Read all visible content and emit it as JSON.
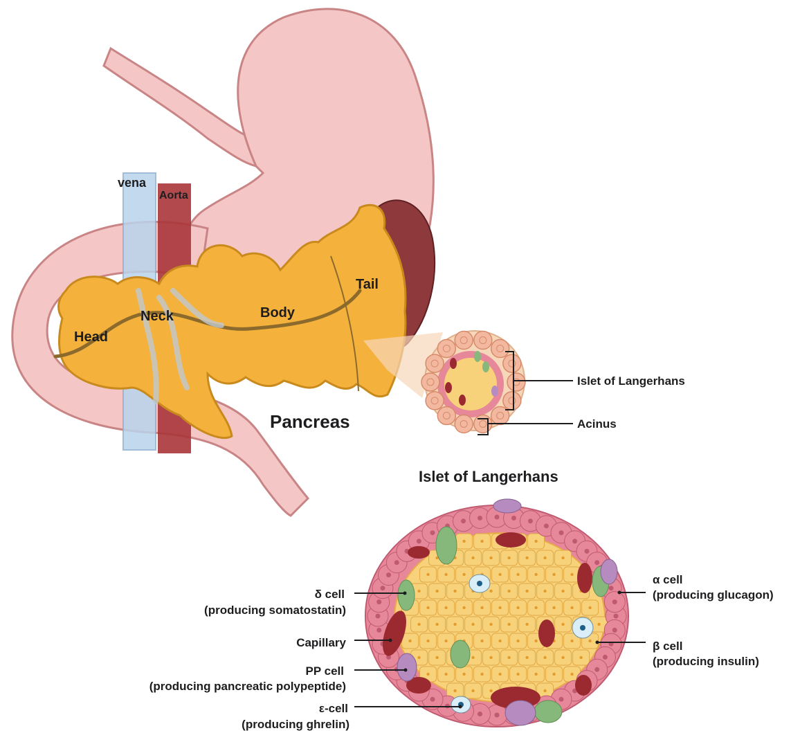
{
  "anatomy": {
    "vena": "vena",
    "aorta": "Aorta",
    "head": "Head",
    "neck": "Neck",
    "body": "Body",
    "tail": "Tail",
    "pancreas": "Pancreas"
  },
  "inset": {
    "islet": "Islet of Langerhans",
    "acinus": "Acinus"
  },
  "islet_diagram": {
    "title": "Islet of Langerhans",
    "labels": {
      "delta": "δ cell",
      "delta_note": "(producing somatostatin)",
      "capillary": "Capillary",
      "pp": "PP cell",
      "pp_note": "(producing pancreatic polypeptide)",
      "epsilon": "ε-cell",
      "epsilon_note": "(producing ghrelin)",
      "alpha": "α cell",
      "alpha_note": "(producing glucagon)",
      "beta": "β cell",
      "beta_note": "(producing insulin)"
    }
  },
  "colors": {
    "stomach": "#f4c6c6",
    "stomach_outline": "#c98585",
    "pancreas": "#f4b13c",
    "pancreas_outline": "#c98a1d",
    "vena": "#b9d4ec",
    "aorta": "#a8353a",
    "spleen": "#8e3a3d",
    "alpha_cell": "#e7879a",
    "beta_cell": "#f8d27a",
    "delta_cell": "#86b77b",
    "pp_cell": "#b58bc0",
    "epsilon_cell": "#d9eef7",
    "capillary": "#9b2a30"
  }
}
